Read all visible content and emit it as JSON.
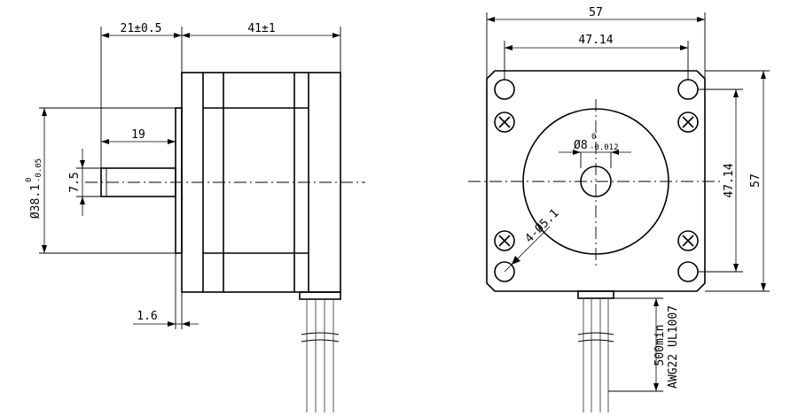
{
  "side_view": {
    "dim_flange_length": "21±0.5",
    "dim_body_length": "41±1",
    "dim_shaft_length": "19",
    "dim_shaft_dia": "7.5",
    "dim_boss_dia_main": "Ø38.1",
    "dim_boss_dia_upper": "0",
    "dim_boss_dia_lower": "-0.05",
    "dim_flange_thickness": "1.6"
  },
  "front_view": {
    "dim_overall_width": "57",
    "dim_hole_spacing_h": "47.14",
    "dim_hole_spacing_v": "47.14",
    "dim_overall_height": "57",
    "dim_shaft_main": "Ø8",
    "dim_shaft_upper": "0",
    "dim_shaft_lower": "-0.012",
    "dim_mount_holes": "4-Ø5.1",
    "wire_length": "500min",
    "wire_spec": "AWG22 UL1007"
  }
}
